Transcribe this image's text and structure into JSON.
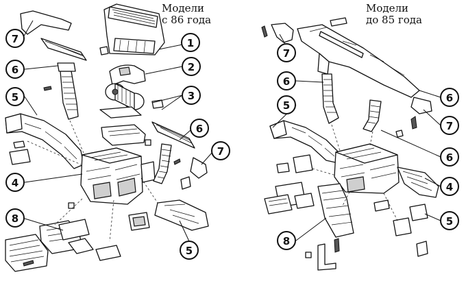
{
  "captions": {
    "left": [
      "Модели",
      "с 86 года"
    ],
    "right": [
      "Модели",
      "до 85 года"
    ]
  },
  "callouts": {
    "left": [
      "7",
      "1",
      "6",
      "2",
      "3",
      "5",
      "6",
      "7",
      "4",
      "8",
      "5"
    ],
    "right": [
      "7",
      "6",
      "5",
      "6",
      "7",
      "6",
      "4",
      "5",
      "8"
    ]
  }
}
